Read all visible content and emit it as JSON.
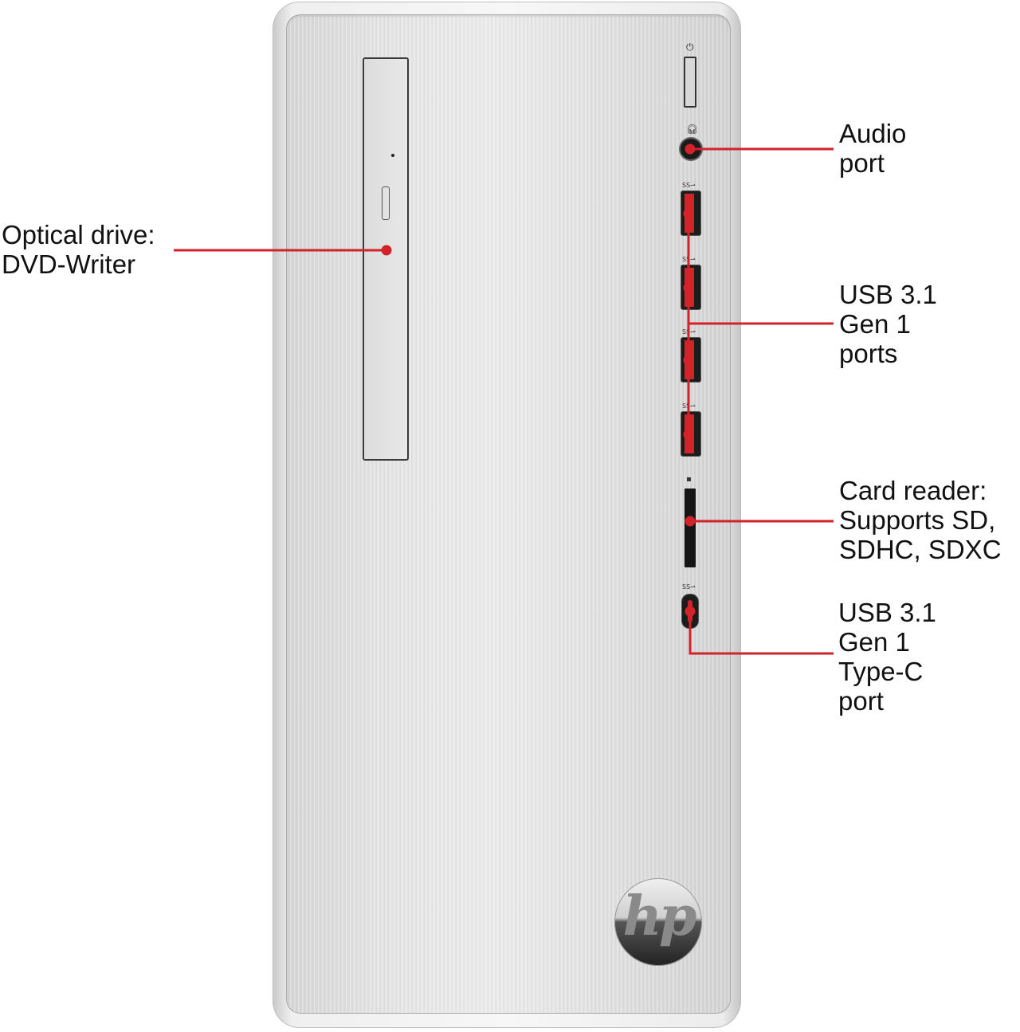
{
  "colors": {
    "leader_line": "#d2232a",
    "port_highlight": "#d2232a",
    "case_silver": "#e6e6e6",
    "text": "#111111"
  },
  "logo": {
    "brand_text": "hp"
  },
  "icons": {
    "power": "power-icon",
    "headphone": "headphone-icon",
    "usb_ss": "superspeed-usb-icon",
    "sd_card": "sd-card-icon"
  },
  "callouts": {
    "optical_drive": {
      "line1": "Optical drive:",
      "line2": "DVD-Writer"
    },
    "audio_port": {
      "line1": "Audio",
      "line2": "port"
    },
    "usb_ports": {
      "line1": "USB 3.1",
      "line2": "Gen 1",
      "line3": "ports"
    },
    "card_reader": {
      "line1": "Card reader:",
      "line2": "Supports SD,",
      "line3": "SDHC, SDXC"
    },
    "usb_c_port": {
      "line1": "USB 3.1",
      "line2": "Gen 1",
      "line3": "Type-C",
      "line4": "port"
    }
  }
}
